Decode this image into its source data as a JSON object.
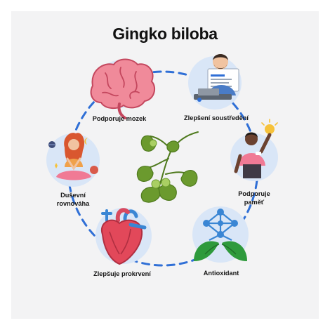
{
  "title": "Gingko biloba",
  "benefits": [
    {
      "label": "Podporuje mozek",
      "icon": "brain-icon"
    },
    {
      "label": "Zlepšení soustředění",
      "icon": "man-at-laptop-icon"
    },
    {
      "label": "Podporuje\npaměť",
      "icon": "person-idea-icon"
    },
    {
      "label": "Antioxidant",
      "icon": "molecule-leaves-icon"
    },
    {
      "label": "Zlepšuje prokrvení",
      "icon": "heart-icon"
    },
    {
      "label": "Duševní\nrovnováha",
      "icon": "meditating-woman-icon"
    }
  ],
  "center": {
    "icon": "ginkgo-leaf-icon"
  },
  "colors": {
    "panel": "#f3f3f4",
    "ring": "#2f6fd6",
    "node_bg": "#d9e6f7",
    "leaf": "#6b9a2e",
    "leaf_dark": "#4f7a1e"
  }
}
